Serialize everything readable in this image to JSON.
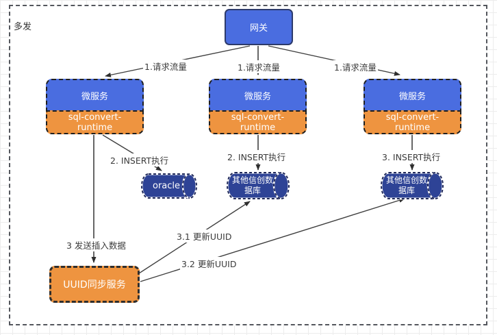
{
  "container": {
    "label": "多发"
  },
  "nodes": {
    "gateway": {
      "label": "网关"
    },
    "microservices": [
      {
        "top": "微服务",
        "bottom": "sql-convert-runtime"
      },
      {
        "top": "微服务",
        "bottom": "sql-convert-runtime"
      },
      {
        "top": "微服务",
        "bottom": "sql-convert-runtime"
      }
    ],
    "db_oracle": {
      "label": "oracle"
    },
    "db_other_mid": {
      "label": "其他信创数据库"
    },
    "db_other_right": {
      "label": "其他信创数据库"
    },
    "uuid_service": {
      "label": "UUID同步服务"
    }
  },
  "edges": {
    "req_left": "1.请求流量",
    "req_mid": "1.请求流量",
    "req_right": "1.请求流量",
    "insert_left": "2. INSERT执行",
    "insert_mid": "2. INSERT执行",
    "insert_right": "3. INSERT执行",
    "send_insert": "3 发送插入数据",
    "update_uuid_1": "3.1 更新UUID",
    "update_uuid_2": "3.2 更新UUID"
  },
  "colors": {
    "node_blue": "#4a6de0",
    "node_orange": "#ee9440",
    "db_blue": "#2e4396",
    "frame_dash": "#53565c",
    "line": "#3f3f3f"
  }
}
